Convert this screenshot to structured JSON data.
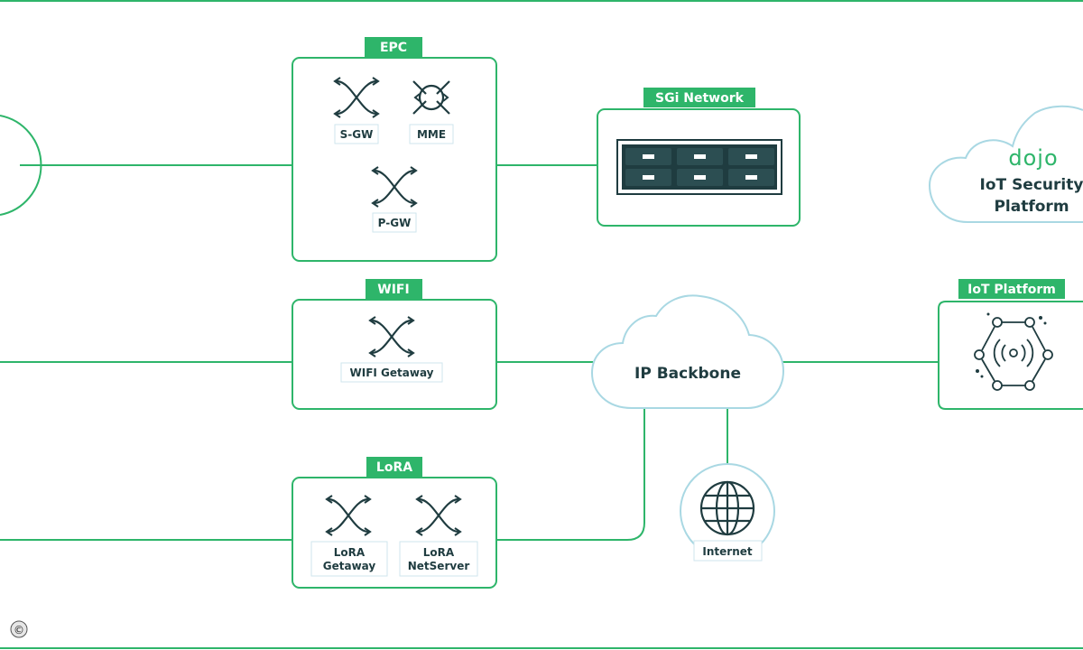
{
  "colors": {
    "green": "#2eb56a",
    "dark": "#1f3c40",
    "light_blue": "#a9d8e3",
    "label_border": "#cfe6ee"
  },
  "epc": {
    "title": "EPC",
    "sgw_label": "S-GW",
    "mme_label": "MME",
    "pgw_label": "P-GW"
  },
  "sgi": {
    "title": "SGi Network"
  },
  "dojo": {
    "logo": "dojo",
    "line1": "IoT Security",
    "line2": "Platform"
  },
  "wifi": {
    "title": "WIFI",
    "gateway_label": "WIFI Getaway"
  },
  "backbone": {
    "label": "IP Backbone"
  },
  "iot_platform": {
    "title": "IoT Platform"
  },
  "lora": {
    "title": "LoRA",
    "gateway_line1": "LoRA",
    "gateway_line2": "Getaway",
    "netserver_line1": "LoRA",
    "netserver_line2": "NetServer"
  },
  "internet": {
    "label": "Internet"
  },
  "copyright": "©"
}
